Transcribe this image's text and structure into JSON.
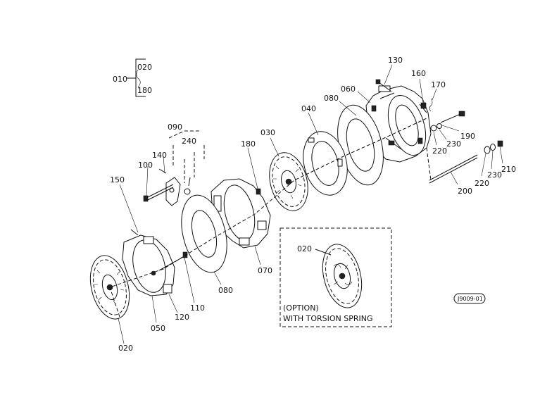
{
  "labels": {
    "p010": "010",
    "p020_key": "020",
    "p180_key": "180",
    "p130": "130",
    "p160": "160",
    "p170": "170",
    "p060": "060",
    "p080_top": "080",
    "p040": "040",
    "p030": "030",
    "p180": "180",
    "p090": "090",
    "p240": "240",
    "p140": "140",
    "p100": "100",
    "p150": "150",
    "p190": "190",
    "p230_a": "230",
    "p220_a": "220",
    "p220_b": "220",
    "p230_b": "230",
    "p210": "210",
    "p200": "200",
    "p070": "070",
    "p080_bottom": "080",
    "p110": "110",
    "p120": "120",
    "p050": "050",
    "p020_bottom": "020",
    "p020_option": "020",
    "stamp": "J9009-01"
  },
  "option_box": {
    "line1": "(OPTION)",
    "line2": "WITH TORSION SPRING"
  }
}
